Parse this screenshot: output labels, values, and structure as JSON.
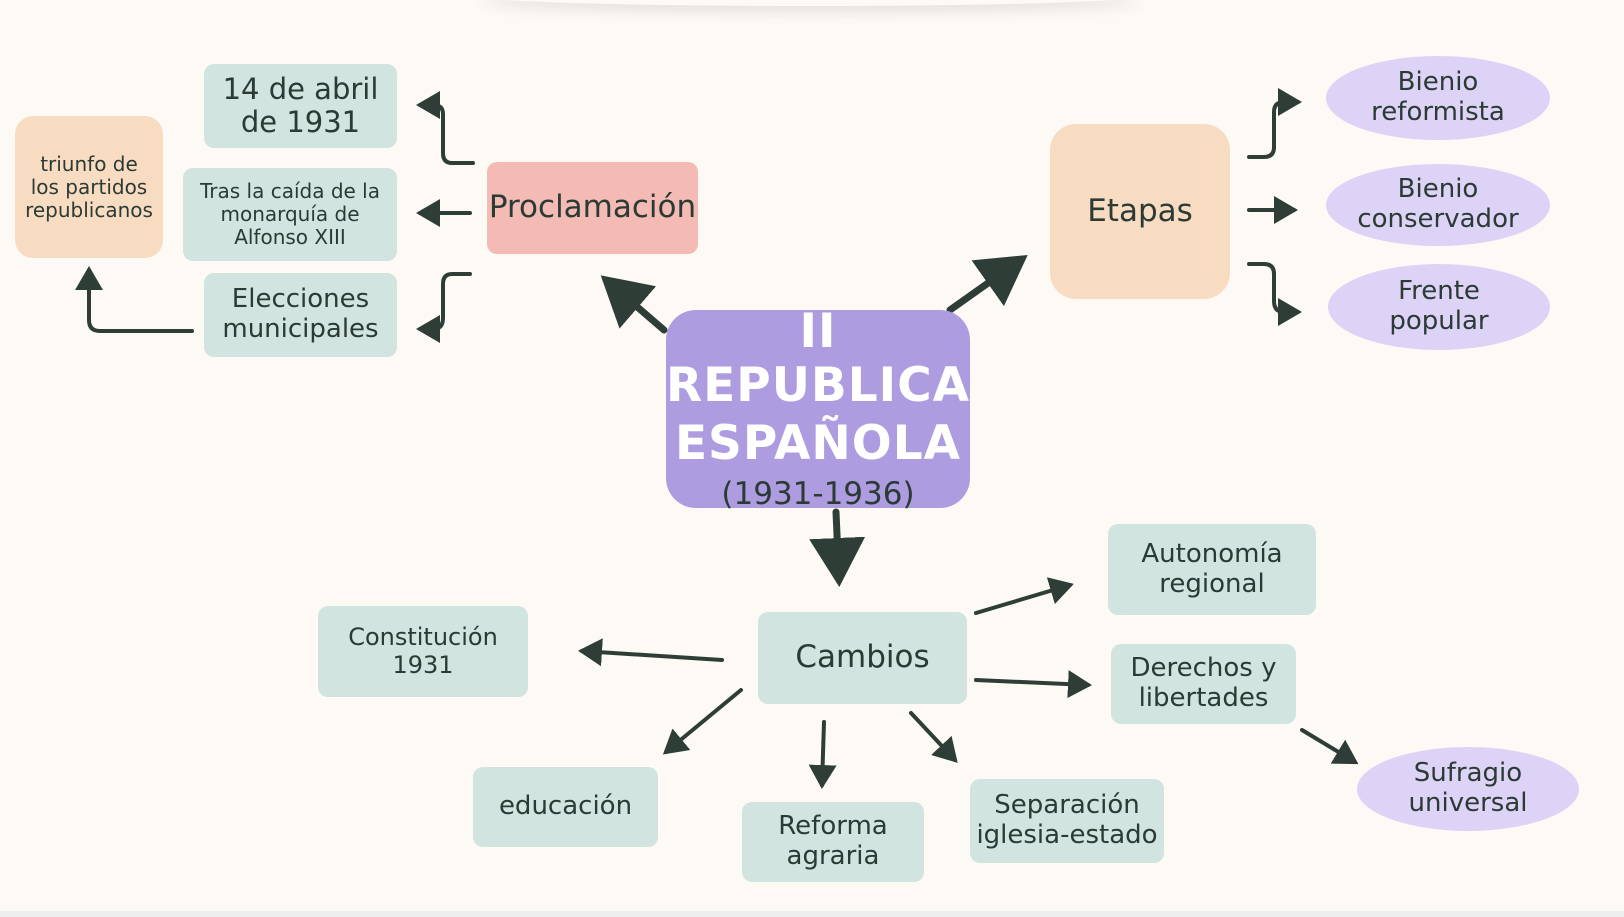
{
  "colors": {
    "background": "#fdf9f5",
    "central": "#ad9de0",
    "proclamacion": "#f3bbb3",
    "etapas": "#f8dcc1",
    "triunfo": "#f8dcc1",
    "mint_boxes": "#d1e4df",
    "violet_ovals": "#ddd3f6",
    "arrows": "#2f3d37"
  },
  "central": {
    "title_line1": "II REPUBLICA",
    "title_line2": "ESPAÑOLA",
    "years": "(1931-1936)"
  },
  "proclamacion": {
    "label": "Proclamación",
    "details": [
      "14 de abril\nde 1931",
      "Tras la caída de la\nmonarquía de\nAlfonso XIII",
      "Elecciones\nmunicipales"
    ],
    "result": "triunfo de\nlos partidos\nrepublicanos"
  },
  "etapas": {
    "label": "Etapas",
    "items": [
      "Bienio\nreformista",
      "Bienio\nconservador",
      "Frente\npopular"
    ]
  },
  "cambios": {
    "label": "Cambios",
    "items": [
      "Constitución\n1931",
      "educación",
      "Reforma\nagraria",
      "Separación\niglesia-estado",
      "Derechos y\nlibertades",
      "Autonomía\nregional"
    ],
    "sub": "Sufragio\nuniversal"
  }
}
